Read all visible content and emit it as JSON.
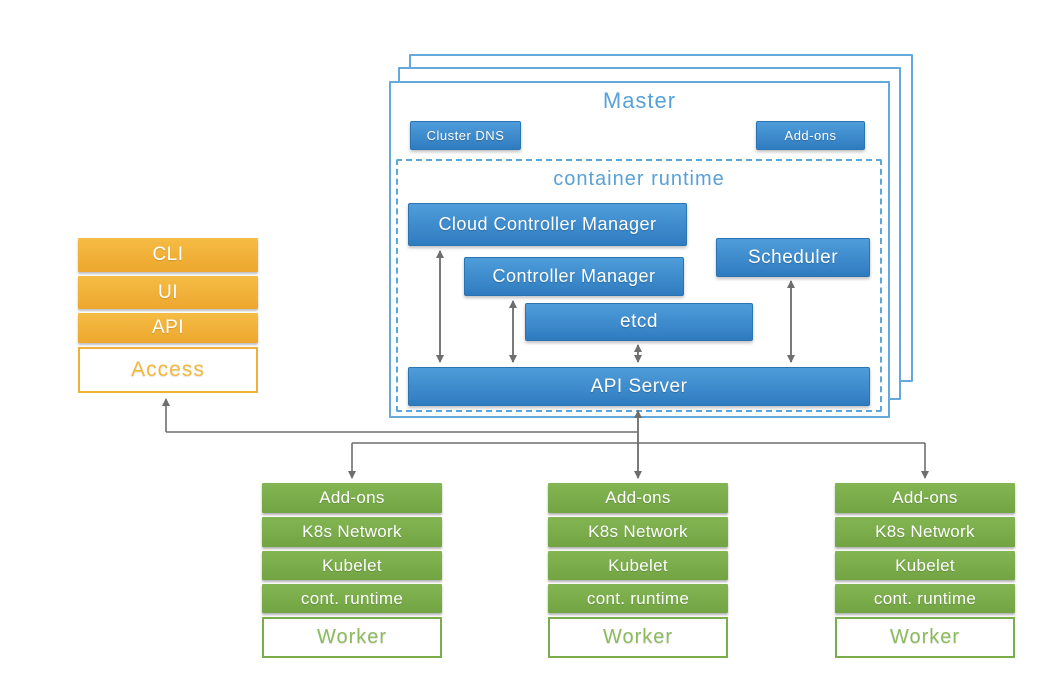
{
  "master": {
    "title": "Master",
    "cluster_dns_label": "Cluster DNS",
    "addons_label": "Add-ons",
    "container_runtime_label": "container runtime",
    "components": {
      "cloud_controller_manager": "Cloud Controller Manager",
      "controller_manager": "Controller Manager",
      "scheduler": "Scheduler",
      "etcd": "etcd",
      "api_server": "API Server"
    }
  },
  "access": {
    "items": [
      {
        "label": "CLI"
      },
      {
        "label": "UI"
      },
      {
        "label": "API"
      }
    ],
    "footer_label": "Access"
  },
  "workers": {
    "nodes": [
      {
        "rows": [
          "Add-ons",
          "K8s Network",
          "Kubelet",
          "cont. runtime"
        ],
        "footer_label": "Worker"
      },
      {
        "rows": [
          "Add-ons",
          "K8s Network",
          "Kubelet",
          "cont. runtime"
        ],
        "footer_label": "Worker"
      },
      {
        "rows": [
          "Add-ons",
          "K8s Network",
          "Kubelet",
          "cont. runtime"
        ],
        "footer_label": "Worker"
      }
    ]
  },
  "colors": {
    "component_blue": "#3584c6",
    "master_border_blue": "#65a9dc",
    "title_blue": "#58a1d8",
    "worker_green": "#7bae4b",
    "access_orange": "#f2b138",
    "arrow_gray": "#6e6e6e"
  }
}
